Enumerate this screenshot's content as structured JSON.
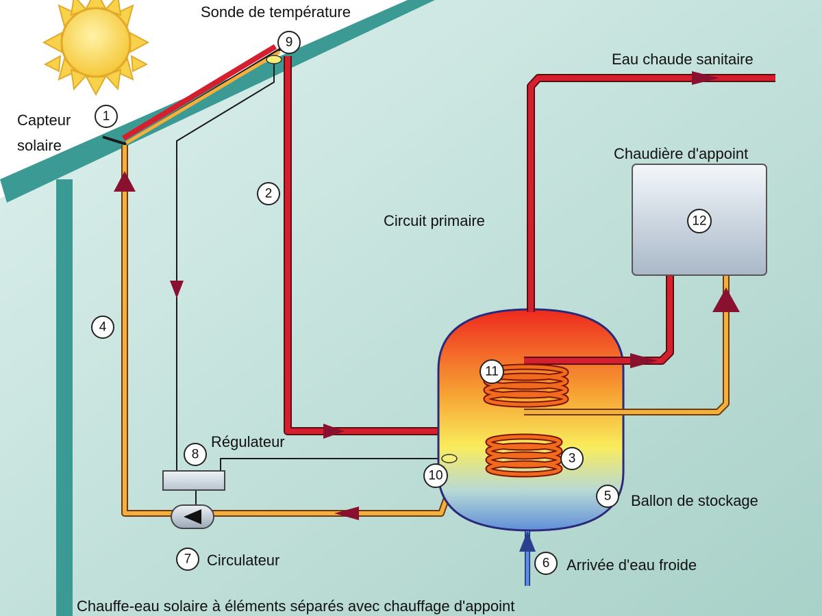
{
  "labels": {
    "sensor": "Sonde de température",
    "collector_line1": "Capteur",
    "collector_line2": "solaire",
    "hot_water": "Eau chaude sanitaire",
    "boiler": "Chaudière d'appoint",
    "primary_circuit": "Circuit primaire",
    "regulator": "Régulateur",
    "storage_tank": "Ballon de stockage",
    "circulator": "Circulateur",
    "cold_water": "Arrivée d'eau froide",
    "caption": "Chauffe-eau solaire à éléments séparés avec chauffage d'appoint"
  },
  "badges": {
    "n1": "1",
    "n2": "2",
    "n3": "3",
    "n4": "4",
    "n5": "5",
    "n6": "6",
    "n7": "7",
    "n8": "8",
    "n9": "9",
    "n10": "10",
    "n11": "11",
    "n12": "12"
  },
  "colors": {
    "background": "#c3e2db",
    "roof": "#3b9a93",
    "hot_pipe": "#d4202e",
    "return_pipe": "#f5b03b",
    "cold_pipe": "#3b6fc9",
    "arrow": "#8a1030",
    "sun": "#f7d24a"
  },
  "icons": {
    "sun": "sun-icon",
    "pump": "pump-icon",
    "sensor": "sensor-icon"
  }
}
